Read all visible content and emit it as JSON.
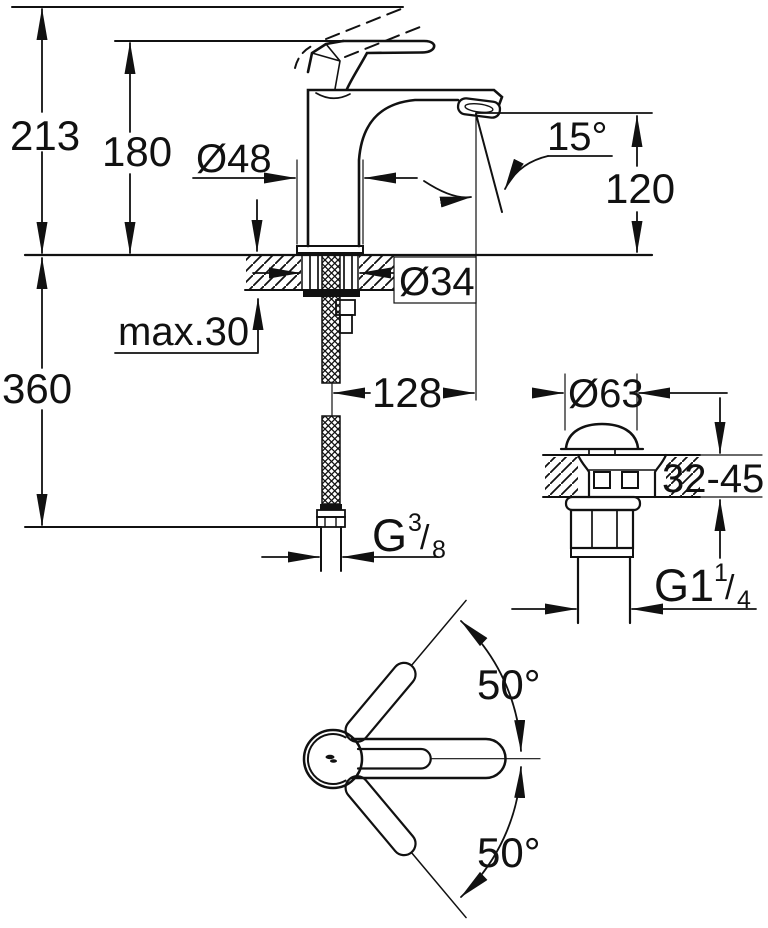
{
  "colors": {
    "ink": "#111111",
    "paper": "#ffffff"
  },
  "side_view": {
    "overall_height": "213",
    "handle_height": "180",
    "body_diameter": "Ø48",
    "aerator_angle": "15°",
    "spout_height": "120",
    "hole_diameter": "Ø34",
    "deck_max": "max.30",
    "hose_length": "360",
    "spout_reach": "128",
    "supply_thread": {
      "base": "G",
      "sup": "3",
      "slash": "/",
      "sub": "8"
    }
  },
  "drain_detail": {
    "cap_diameter": "Ø63",
    "deck_range": "32-45",
    "waste_thread": {
      "base": "G1",
      "sup": "1",
      "slash": "/",
      "sub": "4"
    }
  },
  "top_view": {
    "swivel_up": "50°",
    "swivel_down": "50°"
  }
}
